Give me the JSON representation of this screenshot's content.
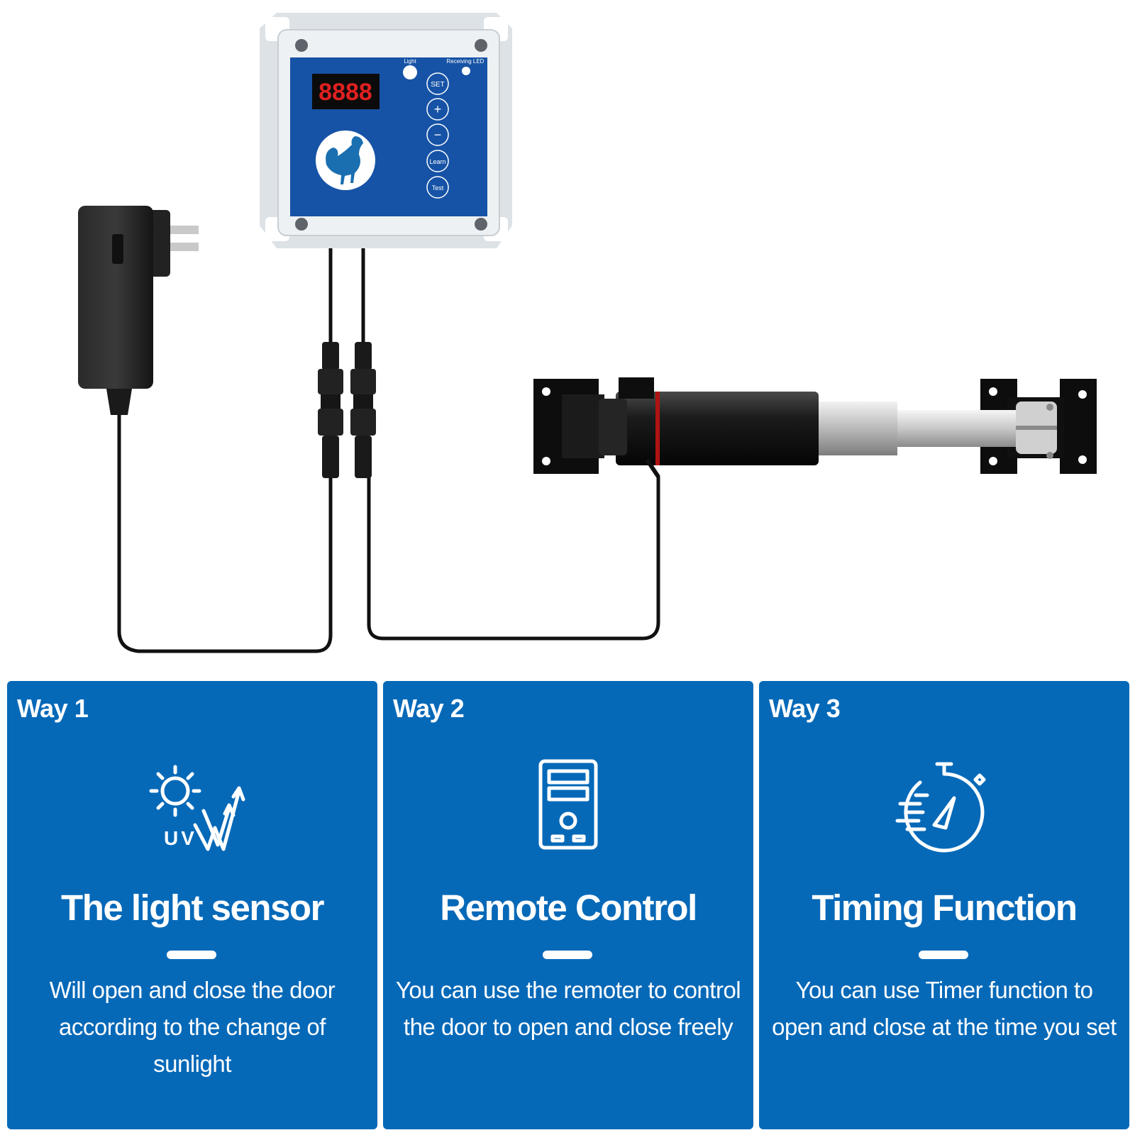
{
  "device": {
    "display_digits": "8888",
    "light_label": "Light",
    "receiving_label": "Receiving LED",
    "buttons": [
      "SET",
      "+",
      "−",
      "Learn",
      "Test"
    ]
  },
  "ways": [
    {
      "label": "Way 1",
      "icon": "uv-sun-icon",
      "icon_text": "UV",
      "title": "The light sensor",
      "description": "Will open and close the door according to the change of sunlight"
    },
    {
      "label": "Way 2",
      "icon": "remote-control-icon",
      "title": "Remote Control",
      "description": "You can use the remoter to control the door to open and close freely"
    },
    {
      "label": "Way 3",
      "icon": "stopwatch-icon",
      "title": "Timing Function",
      "description": "You can use Timer function to open and close at the time you set"
    }
  ],
  "colors": {
    "card_background": "#0669b8",
    "panel_blue": "#1653a6",
    "display_red": "#e02020",
    "text": "#ffffff"
  }
}
